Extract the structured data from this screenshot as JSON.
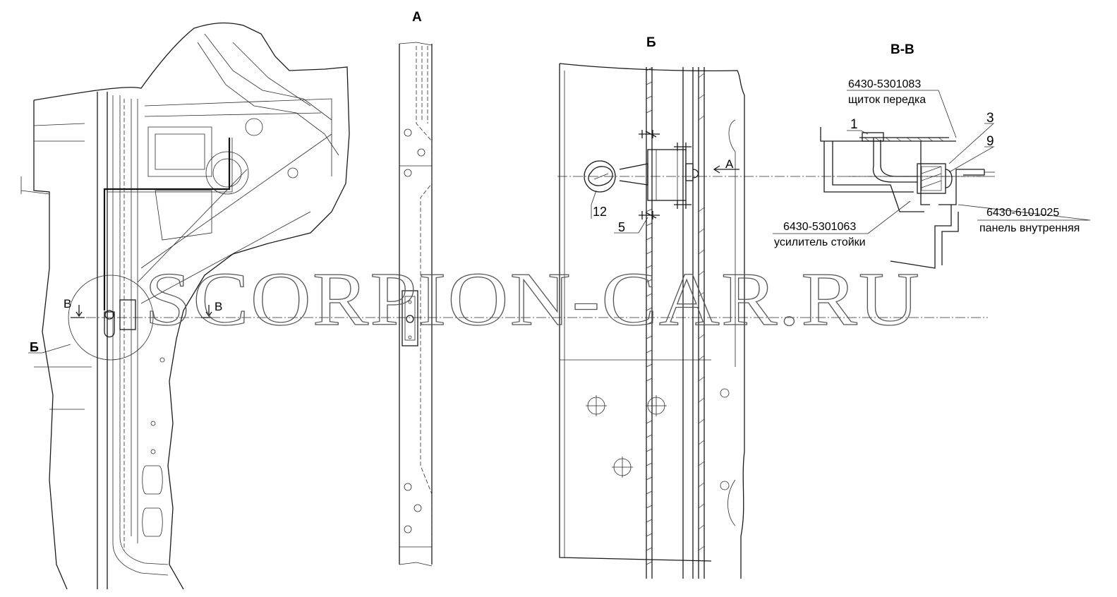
{
  "views": {
    "view_a_title": "А",
    "view_b_title": "Б",
    "section_title": "В-В"
  },
  "main_view": {
    "callout_b": "Б",
    "section_mark_left": "В",
    "section_mark_right": "В"
  },
  "view_b": {
    "callout_12": "12",
    "callout_5": "5",
    "view_arrow_a": "А"
  },
  "section_vv": {
    "part_top_number": "6430-5301083",
    "part_top_name": "щиток передка",
    "callout_1": "1",
    "callout_3": "3",
    "callout_9": "9",
    "part_right_number": "6430-6101025",
    "part_right_name": "панель внутренняя",
    "part_left_number": "6430-5301063",
    "part_left_name": "усилитель стойки"
  },
  "watermark": "SCORPION-CAR.RU"
}
